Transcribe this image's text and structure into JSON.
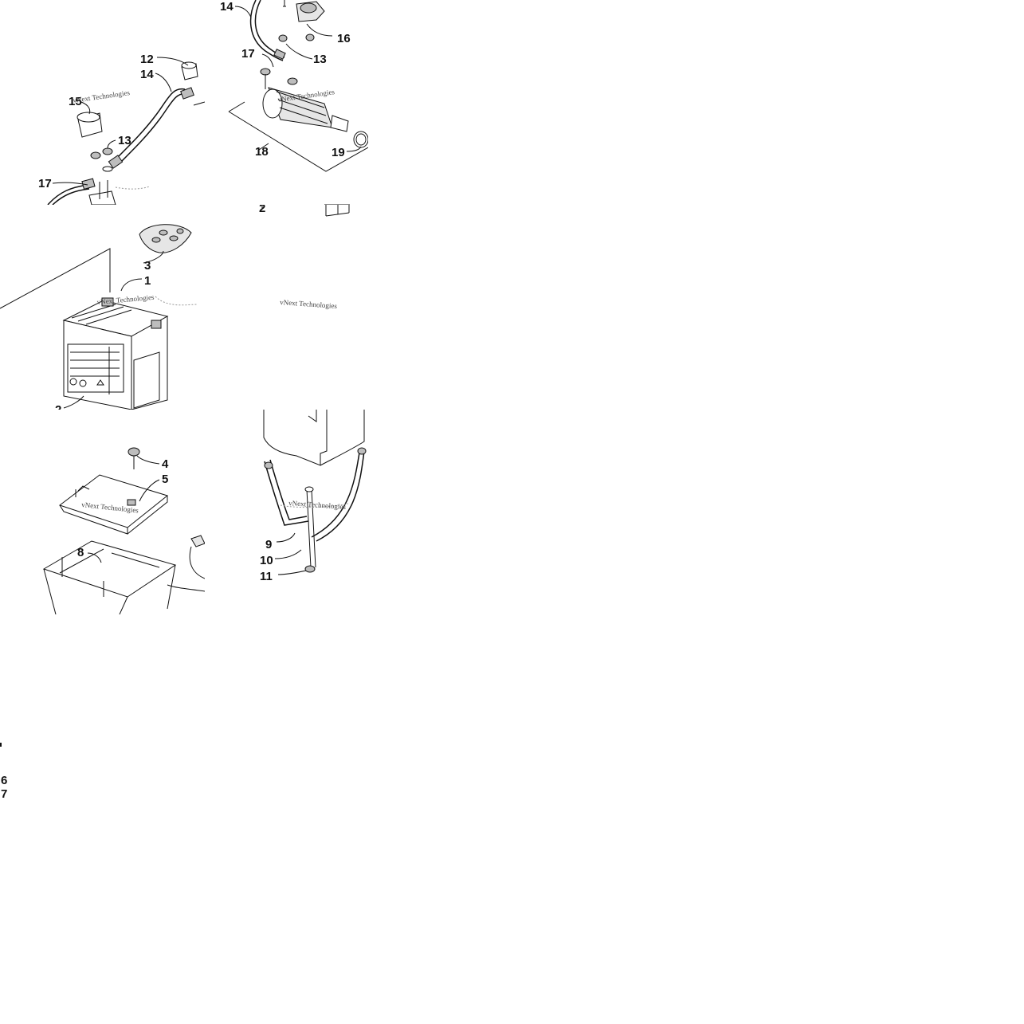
{
  "watermark": "vNext Technologies",
  "callouts": {
    "c1": "1",
    "c2": "2",
    "c3": "3",
    "c4": "4",
    "c5": "5",
    "c8": "8",
    "c9": "9",
    "c10": "10",
    "c11": "11",
    "c12": "12",
    "c13a": "13",
    "c13b": "13",
    "c14a": "14",
    "c14b": "14",
    "c15": "15",
    "c16": "16",
    "c17a": "17",
    "c17b": "17",
    "c18": "18",
    "c19": "19",
    "c6": "6",
    "c7": "7"
  }
}
